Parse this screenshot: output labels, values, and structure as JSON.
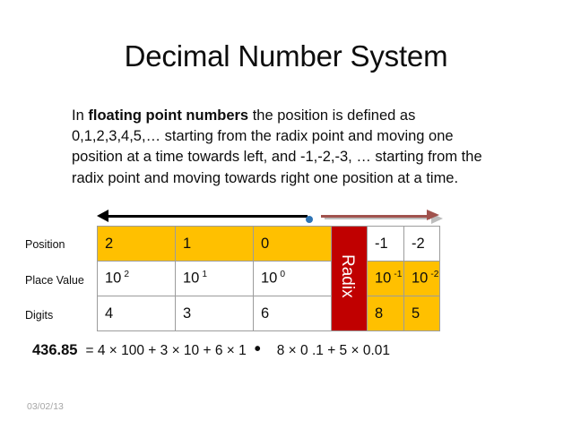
{
  "slide": {
    "title": "Decimal Number System",
    "body_paragraph": {
      "pre": "In ",
      "bold": "floating point numbers",
      "post": " the position is defined as 0,1,2,3,4,5,… starting from the radix point and moving one position at a time towards left, and -1,-2,-3, …  starting from the radix point and moving towards right one position at a time."
    },
    "footer_date": "03/02/13"
  },
  "arrows": {
    "left_arrow_name": "leftward-arrow",
    "right_arrow_name": "rightward-arrow",
    "left_arrow_color": "#000000",
    "right_arrow_color": "#A0524D",
    "radix_dot_color": "#2E74B5"
  },
  "table": {
    "row_labels": [
      "Position",
      "Place Value",
      "Digits"
    ],
    "radix_label": "Radix",
    "colors": {
      "gold": "#FFC000",
      "red": "#C00000",
      "white": "#FFFFFF",
      "border": "#9C9C9C"
    },
    "rows": [
      {
        "label": "Position",
        "left_cells": [
          {
            "text": "2",
            "fill": "gold"
          },
          {
            "text": "1",
            "fill": "gold"
          },
          {
            "text": "0",
            "fill": "gold"
          }
        ],
        "right_cells": [
          {
            "text": "-1",
            "fill": "white"
          },
          {
            "text": "-2",
            "fill": "white"
          }
        ]
      },
      {
        "label": "Place Value",
        "left_cells": [
          {
            "base": "10",
            "exp": "2",
            "fill": "white"
          },
          {
            "base": "10",
            "exp": "1",
            "fill": "white"
          },
          {
            "base": "10",
            "exp": "0",
            "fill": "white"
          }
        ],
        "right_cells": [
          {
            "base": "10",
            "exp": "-1",
            "fill": "gold"
          },
          {
            "base": "10",
            "exp": "-2",
            "fill": "gold"
          }
        ]
      },
      {
        "label": "Digits",
        "left_cells": [
          {
            "text": "4",
            "fill": "white"
          },
          {
            "text": "3",
            "fill": "white"
          },
          {
            "text": "6",
            "fill": "white"
          }
        ],
        "right_cells": [
          {
            "text": "8",
            "fill": "gold"
          },
          {
            "text": "5",
            "fill": "gold"
          }
        ]
      }
    ]
  },
  "equation": {
    "number": "436.85",
    "left_side": "= 4 × 100 + 3 × 10 +  6 × 1",
    "separator": "•",
    "right_side": "8 × 0 .1 + 5 × 0.01"
  }
}
